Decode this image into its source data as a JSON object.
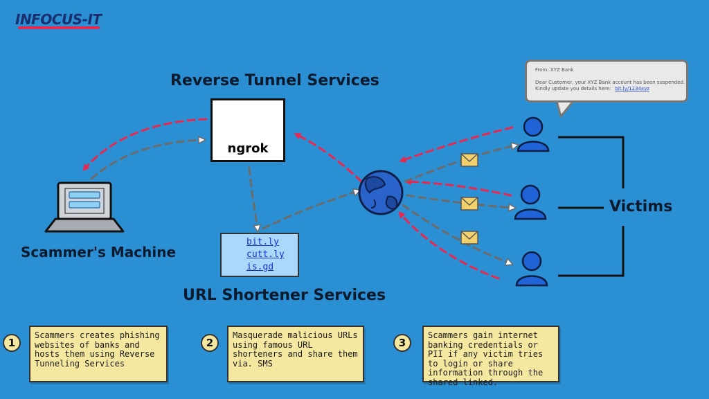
{
  "logo": {
    "text": "INFOCUS-IT"
  },
  "nodes": {
    "reverse_tunnel_title": "Reverse Tunnel Services",
    "ngrok_label": "ngrok",
    "scammer_title": "Scammer's Machine",
    "url_title": "URL Shortener Services",
    "url_links": [
      "bit.ly",
      "cutt.ly",
      "is.gd"
    ],
    "victims_title": "Victims"
  },
  "sms": {
    "from": "From: XYZ Bank",
    "line1": "Dear Customer, your XYZ Bank account has been suspended.",
    "line2": "Kindly update you details here:",
    "link": "bit.ly/1234xyz"
  },
  "steps": [
    {
      "number": "1",
      "text": "Scammers creates phishing websites of banks and hosts them using Reverse Tunneling Services"
    },
    {
      "number": "2",
      "text": "Masquerade malicious URLs using famous URL shorteners and share them via. SMS"
    },
    {
      "number": "3",
      "text": "Scammers gain internet banking credentials or PII if any victim tries to login or share information through the shared linked."
    }
  ],
  "colors": {
    "background": "#2b8fd3",
    "data_flow_arrow": "#e8294f",
    "link_flow_arrow": "#6b6b6b",
    "envelope": "#f2d16b",
    "globe": "#2a63c9",
    "victim": "#1f63d6",
    "note": "#f4e7a0"
  },
  "icons": [
    "cloudflare-cloud-icon",
    "laptop-icon",
    "globe-icon",
    "envelope-icon",
    "user-icon"
  ]
}
